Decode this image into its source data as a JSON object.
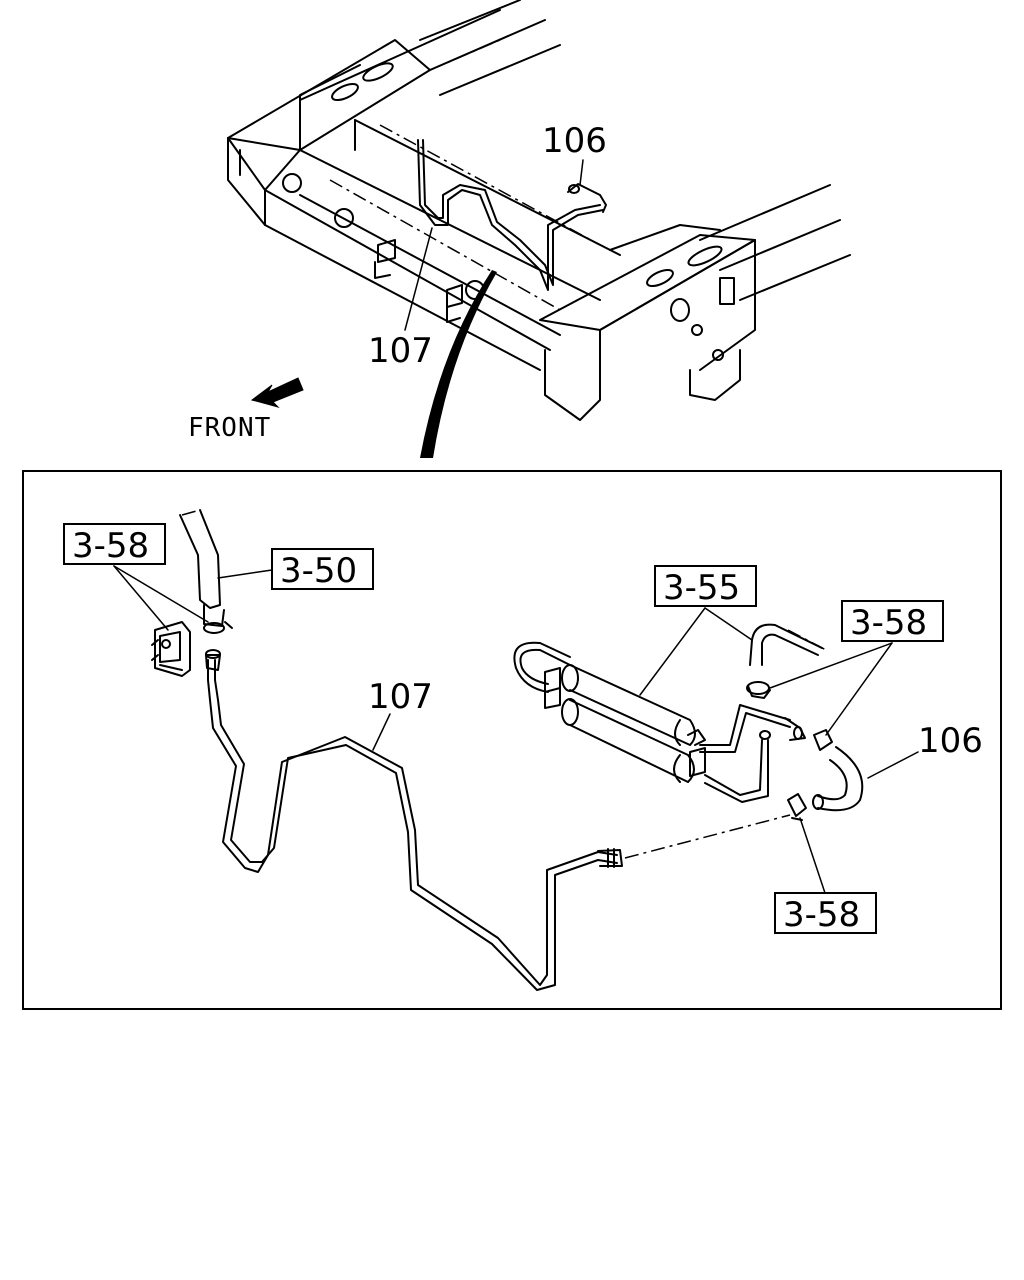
{
  "front_label": "FRONT",
  "upper_callouts": {
    "part_106": "106",
    "part_107": "107"
  },
  "detail_callouts": {
    "part_107": "107",
    "part_106": "106",
    "ref_3_58_left": "3-58",
    "ref_3_50": "3-50",
    "ref_3_55": "3-55",
    "ref_3_58_right": "3-58",
    "ref_3_58_bottom": "3-58"
  },
  "colors": {
    "ink": "#000000",
    "paper": "#ffffff"
  }
}
